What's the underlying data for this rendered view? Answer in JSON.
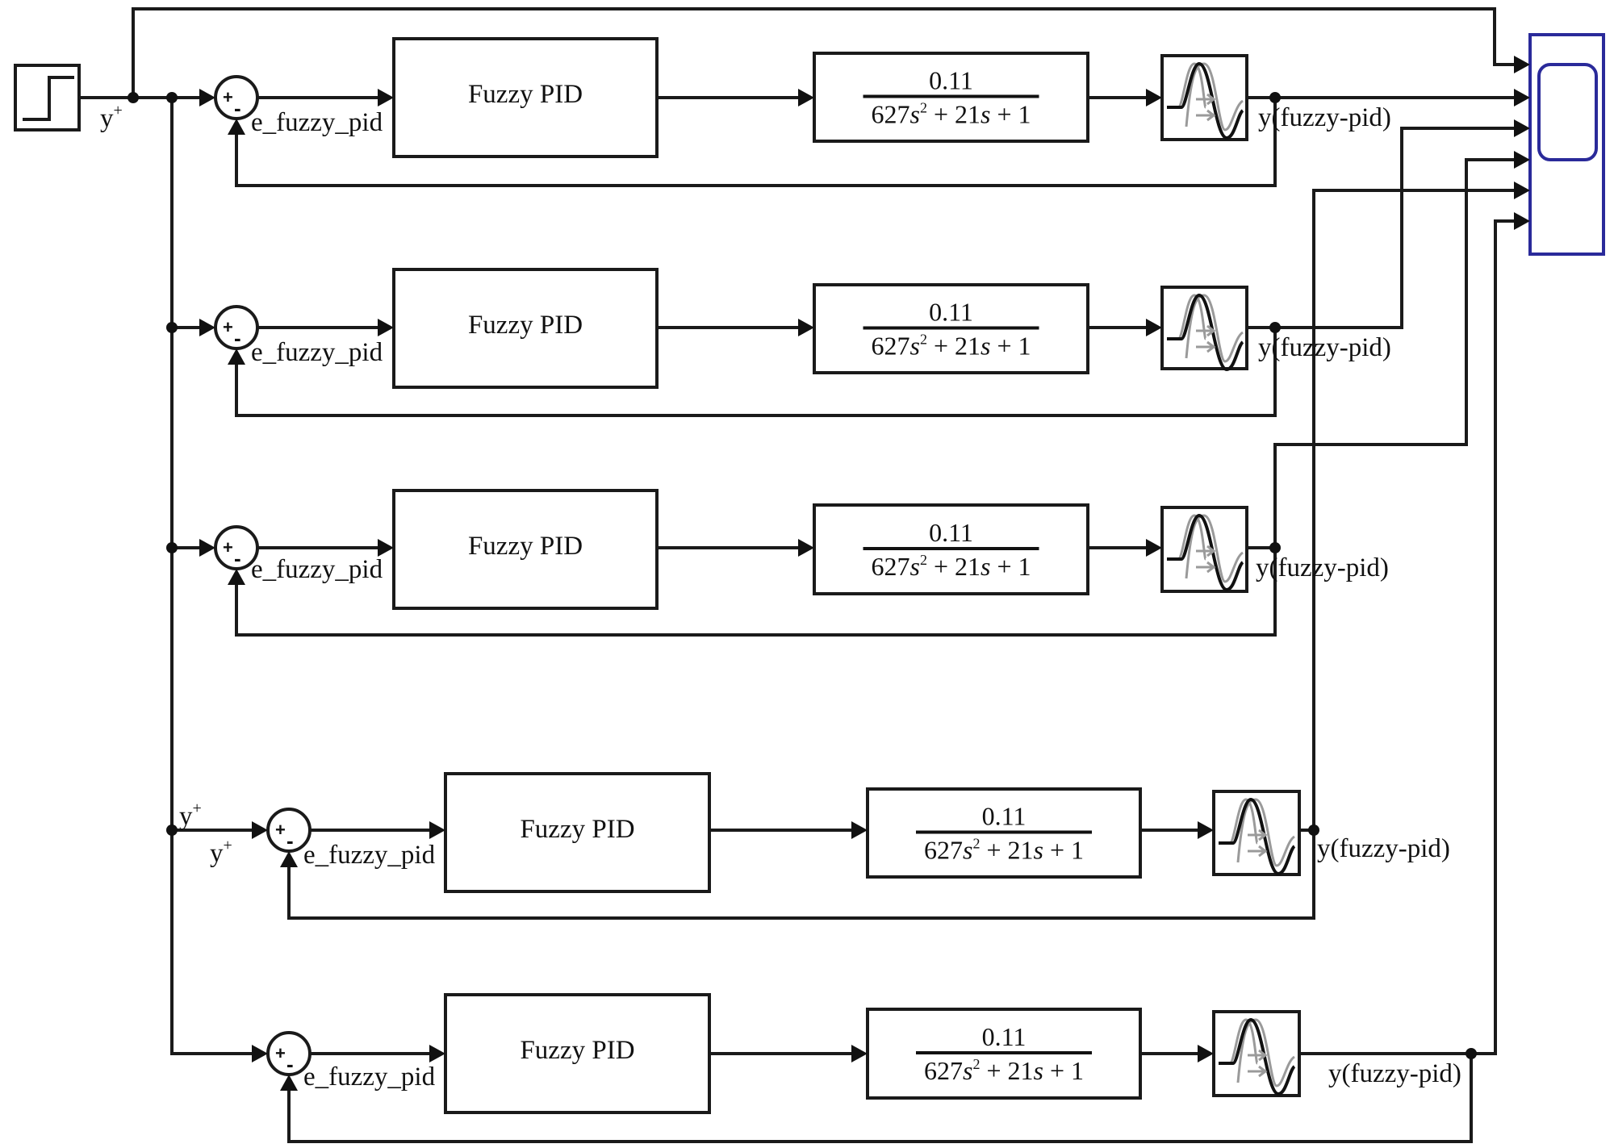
{
  "diagram": {
    "type": "simulink-block-diagram",
    "colors": {
      "wire": "#1a1a1a",
      "scope": "#2a2a9a",
      "delay_icon_dark": "#111111",
      "delay_icon_light": "#9a9a9a"
    },
    "source": {
      "kind": "step",
      "label": "y",
      "label_superscript": "+"
    },
    "scope": {
      "kind": "scope",
      "input_count": 6
    },
    "loops": [
      {
        "id": 1,
        "sum_signs": [
          "+",
          "-"
        ],
        "error_label": "e_fuzzy_pid",
        "controller_label": "Fuzzy PID",
        "tf_numerator": "0.11",
        "tf_denominator": {
          "a": "627",
          "var": "s",
          "pow": "2",
          "b": "21",
          "c": "1"
        },
        "delay_icon": "transport-delay-icon",
        "output_label": "y(fuzzy-pid)"
      },
      {
        "id": 2,
        "sum_signs": [
          "+",
          "-"
        ],
        "error_label": "e_fuzzy_pid",
        "controller_label": "Fuzzy PID",
        "tf_numerator": "0.11",
        "tf_denominator": {
          "a": "627",
          "var": "s",
          "pow": "2",
          "b": "21",
          "c": "1"
        },
        "delay_icon": "transport-delay-icon",
        "output_label": "y(fuzzy-pid)"
      },
      {
        "id": 3,
        "sum_signs": [
          "+",
          "-"
        ],
        "error_label": "e_fuzzy_pid",
        "controller_label": "Fuzzy PID",
        "tf_numerator": "0.11",
        "tf_denominator": {
          "a": "627",
          "var": "s",
          "pow": "2",
          "b": "21",
          "c": "1"
        },
        "delay_icon": "transport-delay-icon",
        "output_label": "y(fuzzy-pid)"
      },
      {
        "id": 4,
        "sum_signs": [
          "+",
          "-"
        ],
        "error_label": "e_fuzzy_pid",
        "controller_label": "Fuzzy PID",
        "tf_numerator": "0.11",
        "tf_denominator": {
          "a": "627",
          "var": "s",
          "pow": "2",
          "b": "21",
          "c": "1"
        },
        "delay_icon": "transport-delay-icon",
        "output_label": "y(fuzzy-pid)",
        "input_labels": [
          {
            "text": "y",
            "sup": "+"
          },
          {
            "text": "y",
            "sup": "+"
          }
        ]
      },
      {
        "id": 5,
        "sum_signs": [
          "+",
          "-"
        ],
        "error_label": "e_fuzzy_pid",
        "controller_label": "Fuzzy PID",
        "tf_numerator": "0.11",
        "tf_denominator": {
          "a": "627",
          "var": "s",
          "pow": "2",
          "b": "21",
          "c": "1"
        },
        "delay_icon": "transport-delay-icon",
        "output_label": "y(fuzzy-pid)"
      }
    ],
    "connections": [
      {
        "from": "step",
        "to": "scope.in1"
      },
      {
        "from": "loop1.output",
        "to": "scope.in2"
      },
      {
        "from": "loop2.output",
        "to": "scope.in3"
      },
      {
        "from": "loop3.output",
        "to": "scope.in4"
      },
      {
        "from": "loop4.output",
        "to": "scope.in5"
      },
      {
        "from": "loop5.output",
        "to": "scope.in6"
      }
    ]
  }
}
